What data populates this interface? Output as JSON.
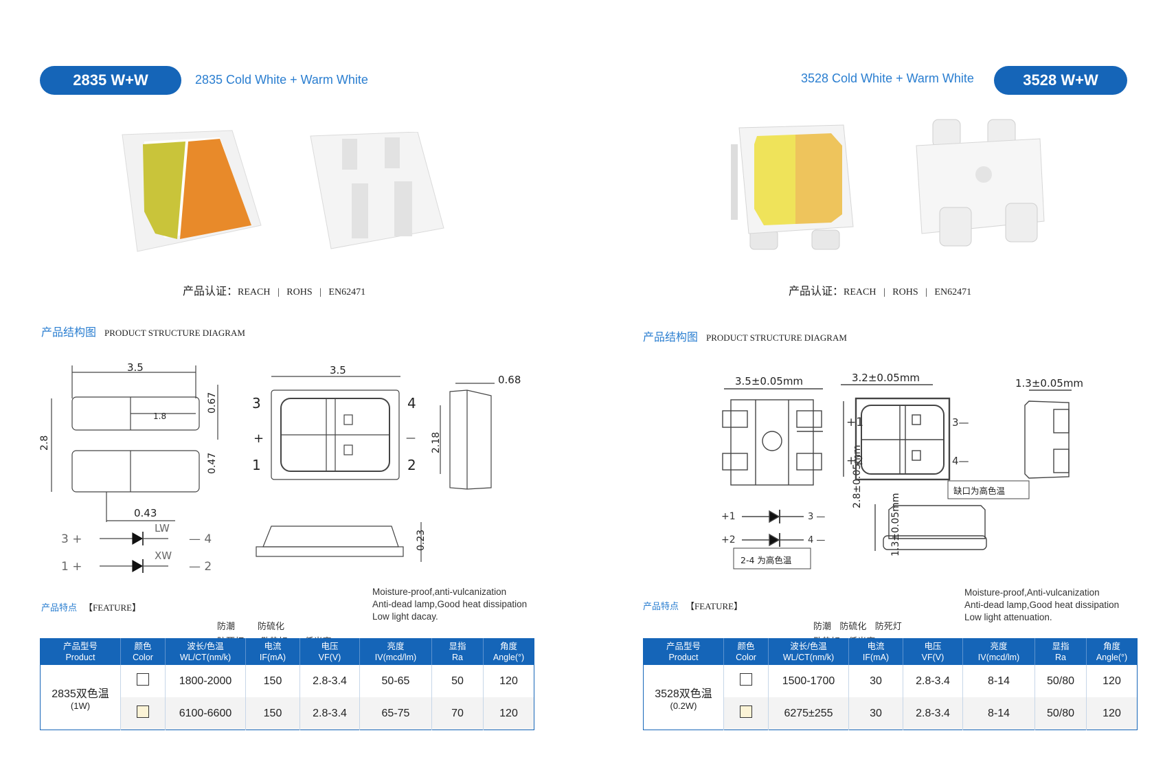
{
  "left": {
    "pill": "2835  W+W",
    "subtitle": "2835 Cold White + Warm White",
    "cert": {
      "label": "产品认证：",
      "items": "REACH   |   ROHS   |   EN62471"
    },
    "structure": {
      "cn": "产品结构图",
      "en": "PRODUCT  STRUCTURE DIAGRAM"
    },
    "dims": {
      "w1": "3.5",
      "w2": "3.5",
      "h": "2.8",
      "pad": "1.8",
      "t1": "0.67",
      "t2": "0.47",
      "gap": "0.43",
      "side": "0.68",
      "sideh": "2.18",
      "base": "0.23",
      "p3": "3",
      "p4": "4",
      "p1": "1",
      "p2": "2",
      "plus": "+",
      "minus": "—",
      "lw": "LW",
      "xw": "XW",
      "c3": "3 +",
      "c4": "— 4",
      "c1": "1 +",
      "c2": "— 2"
    },
    "feature": {
      "cn": "产品特点",
      "en": "【FEATURE】",
      "cn_line1": "防潮        防硫化",
      "cn_line2": "防死灯      散热好      低光衰",
      "en_line1": "Moisture-proof,anti-vulcanization",
      "en_line2": "Anti-dead lamp,Good heat dissipation",
      "en_line3": "Low light dacay."
    },
    "table": {
      "model": "2835双色温",
      "model_sub": "(1W)",
      "rows": [
        {
          "swatch": "#ffffff",
          "wl": "1800-2000",
          "if": "150",
          "vf": "2.8-3.4",
          "iv": "50-65",
          "ra": "50",
          "angle": "120"
        },
        {
          "swatch": "#fbf3d6",
          "wl": "6100-6600",
          "if": "150",
          "vf": "2.8-3.4",
          "iv": "65-75",
          "ra": "70",
          "angle": "120"
        }
      ]
    }
  },
  "right": {
    "pill": "3528 W+W",
    "subtitle": "3528 Cold White + Warm White",
    "cert": {
      "label": "产品认证：",
      "items": "REACH   |   ROHS   |   EN62471"
    },
    "structure": {
      "cn": "产品结构图",
      "en": "PRODUCT  STRUCTURE DIAGRAM"
    },
    "dims": {
      "w1": "3.5±0.05mm",
      "w2": "3.2±0.05mm",
      "w3": "1.3±0.05mm",
      "h": "2.8±0.05mm",
      "hb": "1.3±0.05mm",
      "p1": "+1",
      "p2": "+2",
      "p3": "3—",
      "p4": "4—",
      "note": "缺口为高色温",
      "note2": "2-4 为高色温",
      "c1": "+1",
      "c2": "+2",
      "c3": "3 —",
      "c4": "4 —"
    },
    "feature": {
      "cn": "产品特点",
      "en": "【FEATURE】",
      "cn_line1": "防潮   防硫化   防死灯",
      "cn_line2": "散热好   低光衰",
      "en_line1": "Moisture-proof,Anti-vulcanization",
      "en_line2": "Anti-dead lamp,Good heat dissipation",
      "en_line3": "Low light attenuation."
    },
    "table": {
      "model": "3528双色温",
      "model_sub": "(0.2W)",
      "rows": [
        {
          "swatch": "#ffffff",
          "wl": "1500-1700",
          "if": "30",
          "vf": "2.8-3.4",
          "iv": "8-14",
          "ra": "50/80",
          "angle": "120"
        },
        {
          "swatch": "#fbf3d6",
          "wl": "6275±255",
          "if": "30",
          "vf": "2.8-3.4",
          "iv": "8-14",
          "ra": "50/80",
          "angle": "120"
        }
      ]
    }
  },
  "table_headers": [
    {
      "cn": "产品型号",
      "en": "Product"
    },
    {
      "cn": "颜色",
      "en": "Color"
    },
    {
      "cn": "波长/色温",
      "en": "WL/CT(nm/k)"
    },
    {
      "cn": "电流",
      "en": "IF(mA)"
    },
    {
      "cn": "电压",
      "en": "VF(V)"
    },
    {
      "cn": "亮度",
      "en": "IV(mcd/lm)"
    },
    {
      "cn": "显指",
      "en": "Ra"
    },
    {
      "cn": "角度",
      "en": "Angle(°)"
    }
  ],
  "colors": {
    "accent": "#1565b8",
    "subtitle": "#2a7ed0",
    "cool_led": "#c9c43a",
    "warm_led": "#e88a2a",
    "cool_led2": "#efe35a",
    "warm_led2": "#eec45c"
  }
}
